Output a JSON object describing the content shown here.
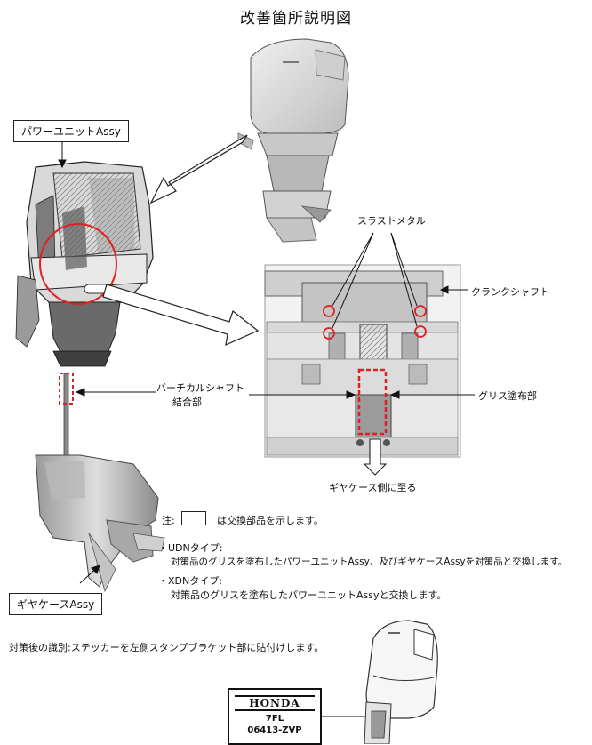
{
  "title": "改善箇所説明図",
  "labels": {
    "power_unit": "パワーユニットAssy",
    "gear_case": "ギヤケースAssy",
    "thrust_metal": "スラストメタル",
    "crankshaft": "クランクシャフト",
    "vertical_shaft_line1": "バーチカルシャフト",
    "vertical_shaft_line2": "結合部",
    "grease_area": "グリス塗布部",
    "to_gear_case": "ギヤケース側に至る"
  },
  "notes": {
    "note_prefix": "注:",
    "note_suffix": "は交換部品を示します。",
    "udn_title": "・UDNタイプ:",
    "udn_body": "対策品のグリスを塗布したパワーユニットAssy、及びギヤケースAssyを対策品と交換します。",
    "xdn_title": "・XDNタイプ:",
    "xdn_body": "対策品のグリスを塗布したパワーユニットAssyと交換します。",
    "identification": "対策後の識別:ステッカーを左側スタンプブラケット部に貼付けします。"
  },
  "sticker": {
    "brand": "HONDA",
    "code1": "7FL",
    "code2": "06413-ZVP"
  },
  "colors": {
    "highlight": "#e02020",
    "line": "#111111",
    "cowl": "#d8d8d8"
  }
}
